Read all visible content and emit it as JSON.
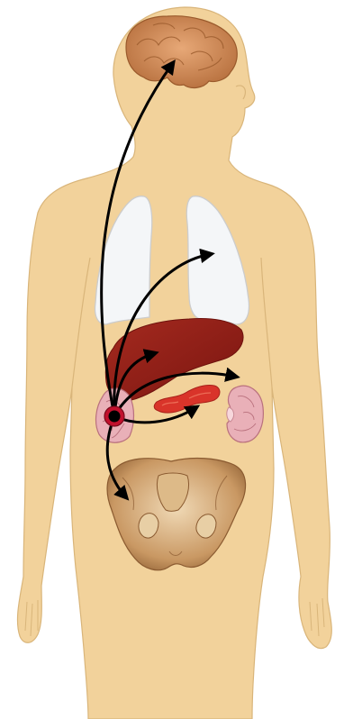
{
  "colors": {
    "skin": "#F2D29B",
    "skin_outline": "#C99F64",
    "brain": "#D08A56",
    "lung": "#F4F6F8",
    "liver": "#8F1F17",
    "pancreas": "#D9342A",
    "kidney": "#E9B0B8",
    "pelvis": "#C99863",
    "arrow": "#000000",
    "tumor_core": "#000000",
    "tumor_ring": "#C2102D"
  },
  "organs": [
    {
      "name": "brain",
      "icon": "brain-icon"
    },
    {
      "name": "left-lung",
      "icon": "lung-icon"
    },
    {
      "name": "right-lung",
      "icon": "lung-icon"
    },
    {
      "name": "liver",
      "icon": "liver-icon"
    },
    {
      "name": "pancreas",
      "icon": "pancreas-icon"
    },
    {
      "name": "left-kidney",
      "icon": "kidney-icon"
    },
    {
      "name": "right-kidney",
      "icon": "kidney-icon"
    },
    {
      "name": "pelvis",
      "icon": "pelvis-icon"
    }
  ],
  "origin": "left-kidney",
  "arrows": [
    {
      "from": "left-kidney",
      "to": "brain"
    },
    {
      "from": "left-kidney",
      "to": "right-lung"
    },
    {
      "from": "left-kidney",
      "to": "liver"
    },
    {
      "from": "left-kidney",
      "to": "right-kidney"
    },
    {
      "from": "left-kidney",
      "to": "pancreas"
    },
    {
      "from": "left-kidney",
      "to": "pelvis"
    }
  ]
}
